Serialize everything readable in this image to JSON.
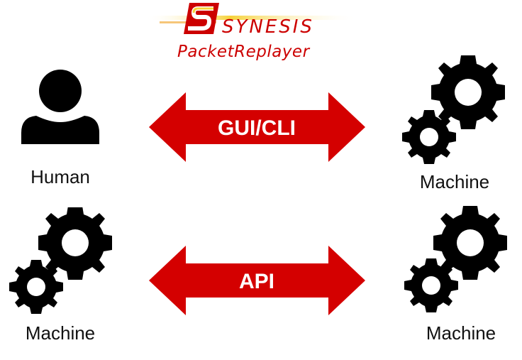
{
  "logo": {
    "brand": "SYNESIS",
    "product": "PacketReplayer",
    "colors": {
      "red": "#cc0000",
      "yellow": "#f2c81a",
      "gold": "#f0a020"
    }
  },
  "rows": [
    {
      "left": {
        "label": "Human",
        "icon": "person-icon"
      },
      "arrow": {
        "label": "GUI/CLI",
        "color": "#d40000"
      },
      "right": {
        "label": "Machine",
        "icon": "gears-icon"
      }
    },
    {
      "left": {
        "label": "Machine",
        "icon": "gears-icon"
      },
      "arrow": {
        "label": "API",
        "color": "#d40000"
      },
      "right": {
        "label": "Machine",
        "icon": "gears-icon"
      }
    }
  ]
}
